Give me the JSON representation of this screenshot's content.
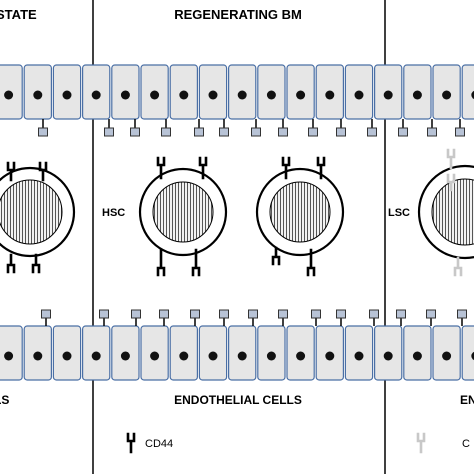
{
  "panels": {
    "left_title": "STATE",
    "middle_title": "REGENERATING BM",
    "middle_caption": "ENDOTHELIAL CELLS",
    "left_caption": "LS",
    "right_caption": "EN"
  },
  "cells": {
    "hsc_label": "HSC",
    "lsc_label": "LSC"
  },
  "legend": {
    "cd44_label": "CD44",
    "right_label": "C"
  }
}
